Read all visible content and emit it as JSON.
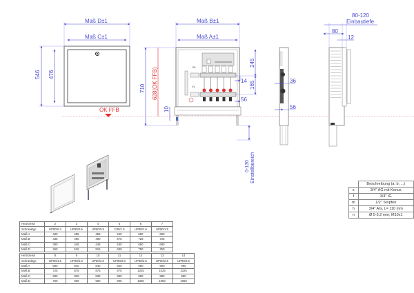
{
  "front_view": {
    "dim_d": "Maß D±1",
    "dim_c": "Maß C±1",
    "height_outer": "546",
    "height_inner": "476",
    "floor_label": "OK FFB"
  },
  "installed_view": {
    "dim_b": "Maß B±1",
    "dim_a": "Maß A±1",
    "height_total": "710",
    "height_ffb": "628(OK FFB)",
    "dim_10": "10",
    "dim_245": "245",
    "dim_14": "14",
    "dim_165": "165",
    "dim_56": "56",
    "label_rl": "RL",
    "label_vl": "VL",
    "adjust_range": "0-130",
    "adjust_label": "Einstellbereich"
  },
  "side_view": {
    "dim_36": "36",
    "dim_56": "56"
  },
  "depth_view": {
    "depth_range": "80-120",
    "depth_label": "Einbautiefe",
    "dim_80": "80",
    "dim_12": "12"
  },
  "legend": {
    "header": "Beschreibung (a; b; ...)",
    "rows": [
      {
        "key": "s",
        "desc": "3/4\" AG mit Konus"
      },
      {
        "key": "f",
        "desc": "3/4\" IG"
      },
      {
        "key": "m",
        "desc": "1/2\" Stopfen"
      },
      {
        "key": "h",
        "desc": "3/4\" AG, L= 110 mm"
      },
      {
        "key": "n",
        "desc": "Ø 5-5,2 mm; M10x1"
      }
    ]
  },
  "tables": [
    {
      "rows": [
        {
          "label": "Heizkreise",
          "values": [
            "2",
            "3",
            "4",
            "5",
            "6",
            "7"
          ]
        },
        {
          "label": "Schranktyp",
          "values": [
            "UP80/0.4",
            "UP80/0.5",
            "UP80/0.5",
            "C80/1.0",
            "UP80/1.5",
            "UP80/1.5"
          ]
        },
        {
          "label": "Maß A",
          "values": [
            "400",
            "455",
            "455",
            "540",
            "690",
            "690"
          ]
        },
        {
          "label": "Maß B",
          "values": [
            "435",
            "490",
            "490",
            "575",
            "725",
            "725"
          ]
        },
        {
          "label": "Maß C",
          "values": [
            "390",
            "445",
            "445",
            "530",
            "680",
            "680"
          ]
        },
        {
          "label": "Maß D",
          "values": [
            "460",
            "515",
            "515",
            "600",
            "750",
            "750"
          ]
        }
      ]
    },
    {
      "rows": [
        {
          "label": "Heizkreise",
          "values": [
            "8",
            "9",
            "10",
            "11",
            "12",
            "13",
            "14"
          ]
        },
        {
          "label": "Schranktyp",
          "values": [
            "UP80/1.5",
            "UP80/2.0",
            "UP80/2.0",
            "UP80/2.0",
            "UP80/2.5",
            "UP80/2.5",
            "UP80/2.5"
          ]
        },
        {
          "label": "Maß A",
          "values": [
            "690",
            "840",
            "840",
            "840",
            "990",
            "990",
            "990"
          ]
        },
        {
          "label": "Maß B",
          "values": [
            "725",
            "875",
            "875",
            "875",
            "1025",
            "1025",
            "1025"
          ]
        },
        {
          "label": "Maß C",
          "values": [
            "680",
            "830",
            "830",
            "830",
            "980",
            "980",
            "980"
          ]
        },
        {
          "label": "Maß D",
          "values": [
            "750",
            "900",
            "900",
            "900",
            "1050",
            "1050",
            "1050"
          ]
        }
      ]
    }
  ],
  "colors": {
    "dimension": "#4a4ad0",
    "floor_line": "#e03030",
    "outline": "#555555"
  }
}
